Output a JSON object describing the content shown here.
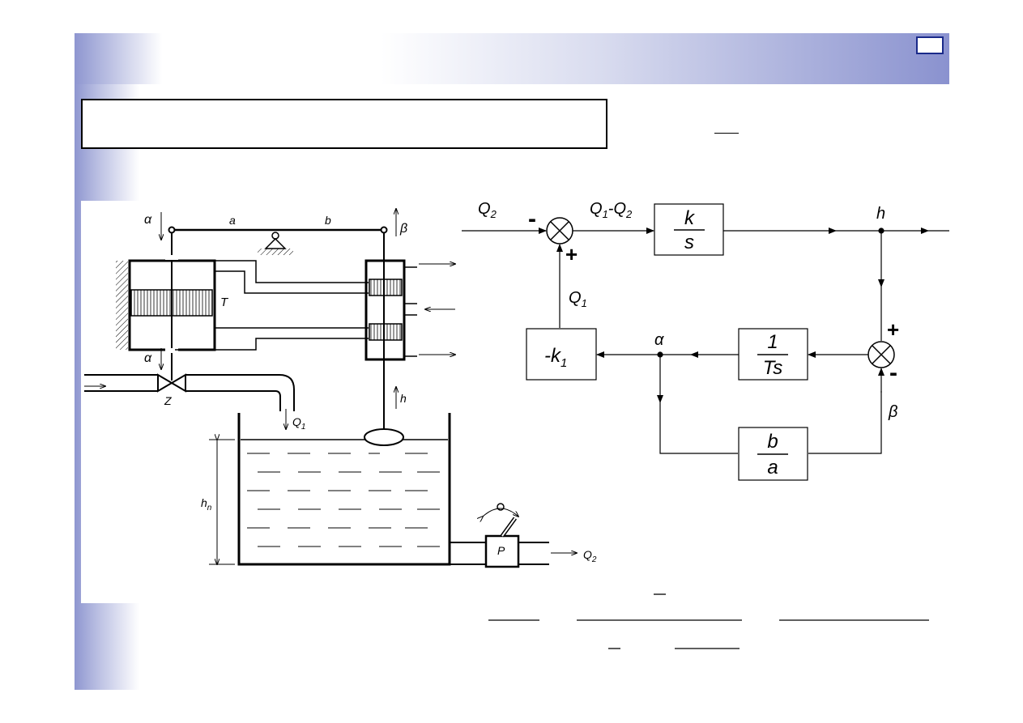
{
  "labels": {
    "alpha": "α",
    "beta": "β",
    "a": "a",
    "b": "b",
    "T": "T",
    "Z": "Z",
    "P": "P",
    "Q1": "Q",
    "Q1_sub": "1",
    "Q2": "Q",
    "Q2_sub": "2",
    "h": "h",
    "h_n": "h",
    "h_n_sub": "n"
  },
  "block_diagram": {
    "input_label": "Q",
    "input_sub": "2",
    "diff_label_main": "Q",
    "diff_label_sub1": "1",
    "diff_label_mid": "-Q",
    "diff_label_sub2": "2",
    "integrator_num": "k",
    "integrator_den": "s",
    "output_label": "h",
    "feedback_label": "Q",
    "feedback_sub": "1",
    "gain_main": "-k",
    "gain_sub": "1",
    "alpha_label": "α",
    "servo_num": "1",
    "servo_den": "Ts",
    "ratio_num": "b",
    "ratio_den": "a",
    "beta_label": "β",
    "minus": "-",
    "plus": "+"
  }
}
